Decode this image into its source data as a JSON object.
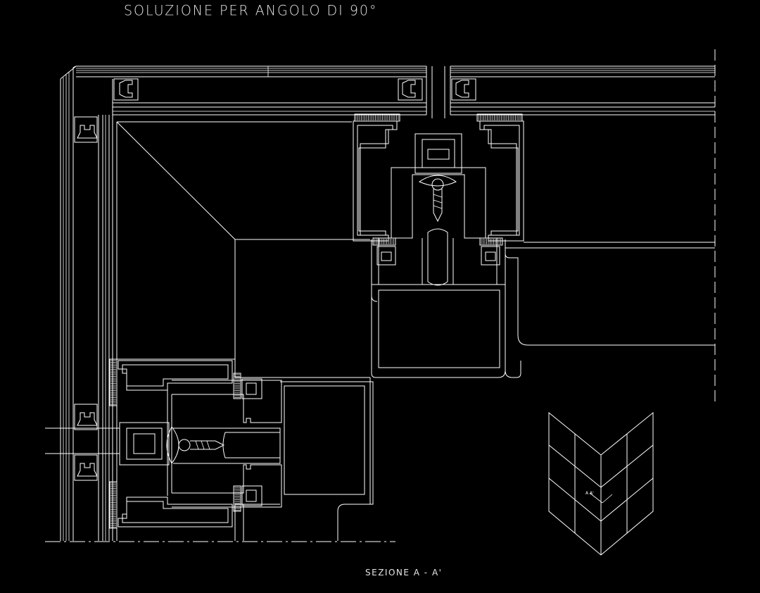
{
  "drawing": {
    "title": "SOLUZIONE  PER ANGOLO DI 90°",
    "section_label": "SEZIONE A - A'",
    "detail_label": "A   A'"
  },
  "colors": {
    "background": "#000000",
    "line": "#ffffff"
  },
  "icons": {
    "key_plan": "corner-key-plan-icon"
  }
}
